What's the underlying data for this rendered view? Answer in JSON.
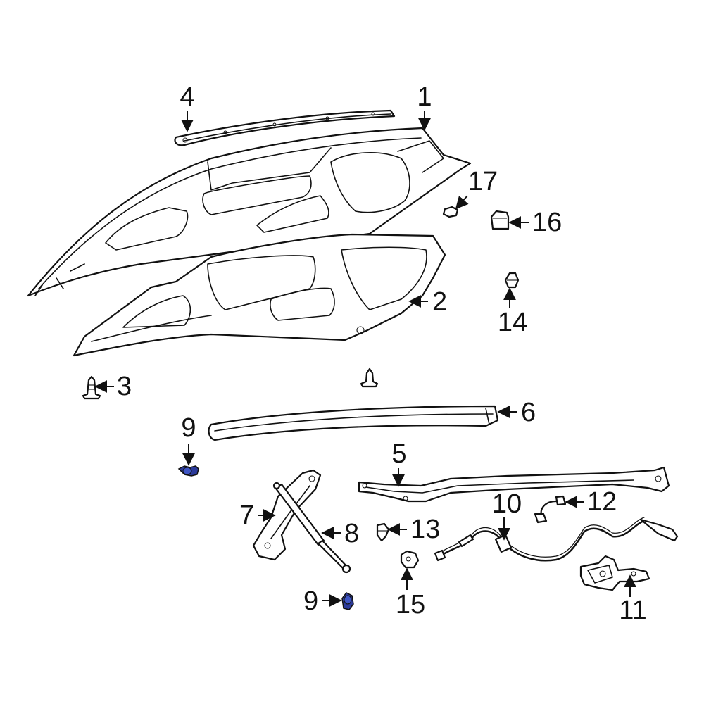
{
  "callouts": [
    {
      "id": "1",
      "label": "1"
    },
    {
      "id": "2",
      "label": "2"
    },
    {
      "id": "3",
      "label": "3"
    },
    {
      "id": "4",
      "label": "4"
    },
    {
      "id": "5",
      "label": "5"
    },
    {
      "id": "6",
      "label": "6"
    },
    {
      "id": "7",
      "label": "7"
    },
    {
      "id": "8",
      "label": "8"
    },
    {
      "id": "9a",
      "label": "9"
    },
    {
      "id": "9b",
      "label": "9"
    },
    {
      "id": "10",
      "label": "10"
    },
    {
      "id": "11",
      "label": "11"
    },
    {
      "id": "12",
      "label": "12"
    },
    {
      "id": "13",
      "label": "13"
    },
    {
      "id": "14",
      "label": "14"
    },
    {
      "id": "15",
      "label": "15"
    },
    {
      "id": "16",
      "label": "16"
    },
    {
      "id": "17",
      "label": "17"
    }
  ],
  "colors": {
    "line": "#111111",
    "background": "#ffffff",
    "highlight": "#2b3a9a"
  }
}
